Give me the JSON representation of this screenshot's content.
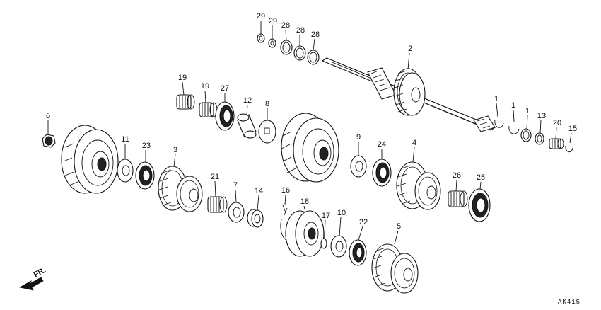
{
  "callouts": {
    "c1a": "1",
    "c1b": "1",
    "c1c": "1",
    "c2": "2",
    "c3": "3",
    "c4": "4",
    "c5": "5",
    "c6": "6",
    "c7": "7",
    "c8": "8",
    "c9": "9",
    "c10": "10",
    "c11": "11",
    "c12": "12",
    "c13": "13",
    "c14": "14",
    "c15": "15",
    "c16": "16",
    "c17": "17",
    "c18": "18",
    "c19a": "19",
    "c19b": "19",
    "c20": "20",
    "c21": "21",
    "c22": "22",
    "c23": "23",
    "c24": "24",
    "c25": "25",
    "c26": "26",
    "c27": "27",
    "c28a": "28",
    "c28b": "28",
    "c28c": "28",
    "c29a": "29",
    "c29b": "29"
  },
  "direction_label": "FR.",
  "diagram_code": "AK415"
}
